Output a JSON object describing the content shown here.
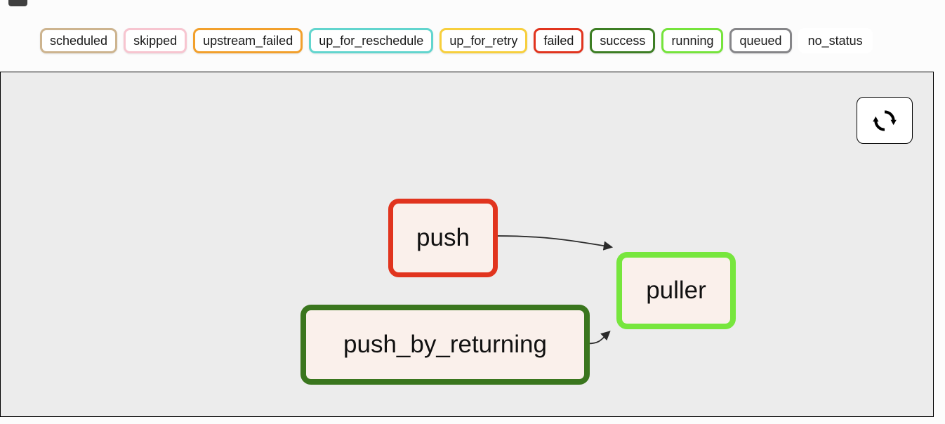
{
  "legend": {
    "items": [
      {
        "label": "scheduled",
        "color": "#cdb48f"
      },
      {
        "label": "skipped",
        "color": "#f7c5d0"
      },
      {
        "label": "upstream_failed",
        "color": "#f2a02c"
      },
      {
        "label": "up_for_reschedule",
        "color": "#62d5ce"
      },
      {
        "label": "up_for_retry",
        "color": "#f7cf3d"
      },
      {
        "label": "failed",
        "color": "#e1341e"
      },
      {
        "label": "success",
        "color": "#3d7e24"
      },
      {
        "label": "running",
        "color": "#76e43c"
      },
      {
        "label": "queued",
        "color": "#868689"
      },
      {
        "label": "no_status",
        "color": "#ffffff"
      }
    ]
  },
  "toolbar": {
    "refresh_icon": "⟳"
  },
  "graph": {
    "background": "#ececec",
    "node_fill": "#faf0eb",
    "edge_color": "#2b2b2b",
    "nodes": [
      {
        "id": "push",
        "label": "push",
        "state": "failed",
        "border_color": "#e1341e"
      },
      {
        "id": "push_by_returning",
        "label": "push_by_returning",
        "state": "success",
        "border_color": "#3a761e"
      },
      {
        "id": "puller",
        "label": "puller",
        "state": "running",
        "border_color": "#77e63d"
      }
    ],
    "edges": [
      {
        "from": "push",
        "to": "puller"
      },
      {
        "from": "push_by_returning",
        "to": "puller"
      }
    ]
  }
}
